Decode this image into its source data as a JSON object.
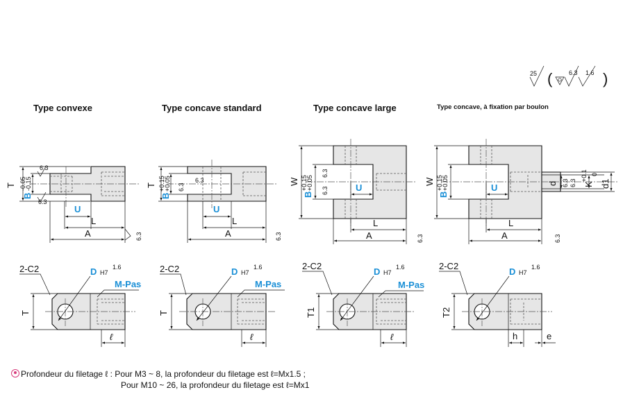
{
  "finish_symbols": {
    "main": "25",
    "alt1": "6.3",
    "alt2": "1.6"
  },
  "views": [
    {
      "title": "Type convexe"
    },
    {
      "title": "Type concave standard"
    },
    {
      "title": "Type concave large"
    },
    {
      "title": "Type concave, à fixation par boulon"
    }
  ],
  "dims": {
    "T": "T",
    "T1": "T1",
    "T2": "T2",
    "W": "W",
    "A": "A",
    "L": "L",
    "U": "U",
    "B": "B",
    "tol_convex_up": "-0.05",
    "tol_convex_dn": "-0.15",
    "tol_concave_up": "+0.15",
    "tol_concave_dn": "+0.05",
    "tol_large_up": "+0.15",
    "tol_large_dn": "+0.05",
    "d": "d",
    "d1": "d1",
    "K": "K",
    "K_up": "+0.1",
    "K_dn": "0",
    "c2": "2-C2",
    "D": "D",
    "H7": "H7",
    "m_pas": "M-Pas",
    "l": "ℓ",
    "h": "h",
    "e": "e",
    "r63": "6.3",
    "r16": "1.6"
  },
  "note": {
    "line1_label": "Profondeur du filetage ℓ",
    "line1_text": ": Pour M3 ~ 8, la profondeur du filetage est ℓ=Mx1.5 ;",
    "line2_text": "Pour M10 ~ 26, la profondeur du filetage est ℓ=Mx1"
  }
}
